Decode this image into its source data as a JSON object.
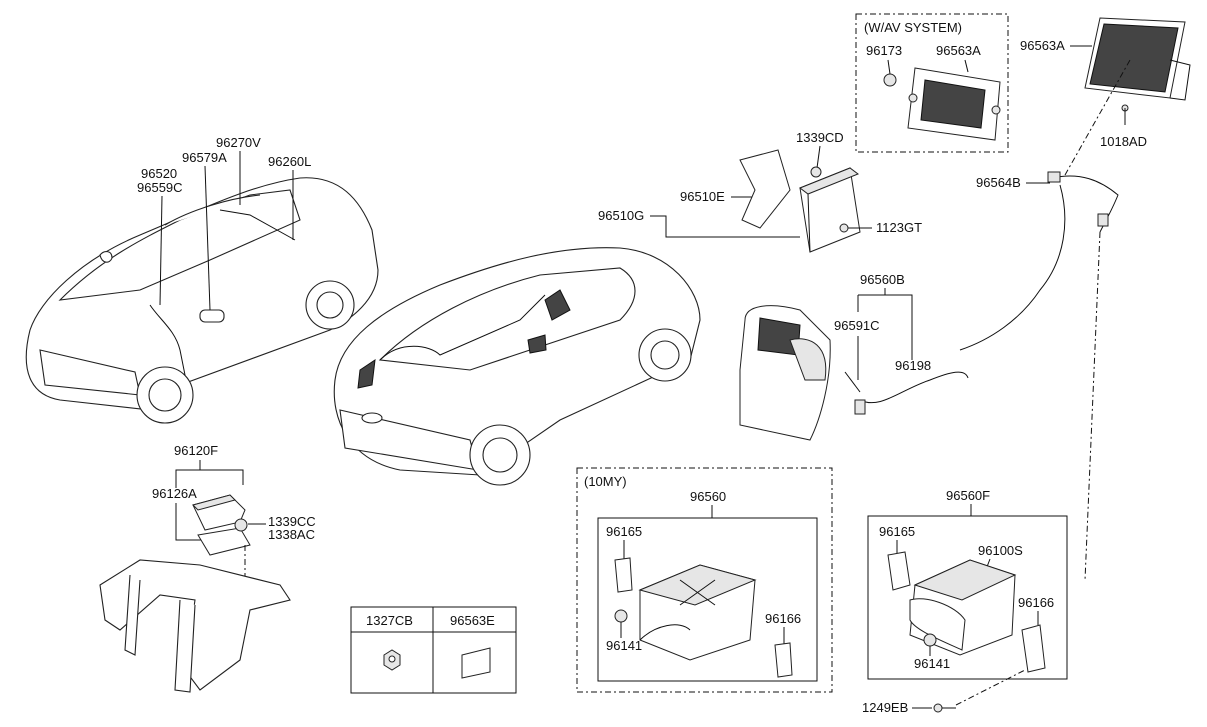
{
  "boxes": {
    "av_system": "(W/AV SYSTEM)",
    "model_10my": "(10MY)"
  },
  "labels": {
    "p96173": "96173",
    "p96563A_box": "96563A",
    "p96563A": "96563A",
    "p1018AD": "1018AD",
    "p96564B": "96564B",
    "p1339CD": "1339CD",
    "p96510E": "96510E",
    "p96510G": "96510G",
    "p1123GT": "1123GT",
    "p96560B": "96560B",
    "p96591C": "96591C",
    "p96198": "96198",
    "p96270V": "96270V",
    "p96579A": "96579A",
    "p96260L": "96260L",
    "p96520": "96520",
    "p96559C": "96559C",
    "p96120F": "96120F",
    "p96126A": "96126A",
    "p1339CC": "1339CC",
    "p1338AC": "1338AC",
    "p96560": "96560",
    "p96165_a": "96165",
    "p96141_a": "96141",
    "p96166_a": "96166",
    "p96560F": "96560F",
    "p96165_b": "96165",
    "p96100S": "96100S",
    "p96166_b": "96166",
    "p96141_b": "96141",
    "p1249EB": "1249EB"
  },
  "table": {
    "headers": [
      "1327CB",
      "96563E"
    ]
  }
}
